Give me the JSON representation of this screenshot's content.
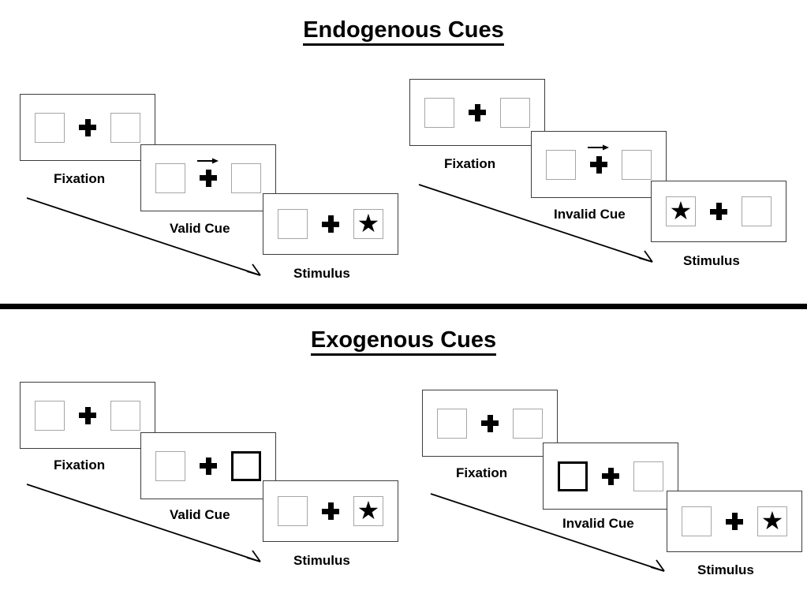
{
  "figure": {
    "sections": [
      {
        "id": "endogenous",
        "title": "Endogenous Cues",
        "sequences": [
          {
            "id": "endogenous-valid",
            "stages": [
              {
                "caption": "Fixation",
                "cue_type": "none",
                "cue_side": "none",
                "arrow_direction": "none",
                "target_side": "none",
                "target_glyph": ""
              },
              {
                "caption": "Valid Cue",
                "cue_type": "arrow",
                "cue_side": "right",
                "arrow_direction": "right",
                "target_side": "none",
                "target_glyph": ""
              },
              {
                "caption": "Stimulus",
                "cue_type": "none",
                "cue_side": "none",
                "arrow_direction": "none",
                "target_side": "right",
                "target_glyph": "★"
              }
            ]
          },
          {
            "id": "endogenous-invalid",
            "stages": [
              {
                "caption": "Fixation",
                "cue_type": "none",
                "cue_side": "none",
                "arrow_direction": "none",
                "target_side": "none",
                "target_glyph": ""
              },
              {
                "caption": "Invalid Cue",
                "cue_type": "arrow",
                "cue_side": "right",
                "arrow_direction": "right",
                "target_side": "none",
                "target_glyph": ""
              },
              {
                "caption": "Stimulus",
                "cue_type": "none",
                "cue_side": "none",
                "arrow_direction": "none",
                "target_side": "left",
                "target_glyph": "★"
              }
            ]
          }
        ]
      },
      {
        "id": "exogenous",
        "title": "Exogenous Cues",
        "sequences": [
          {
            "id": "exogenous-valid",
            "stages": [
              {
                "caption": "Fixation",
                "cue_type": "none",
                "cue_side": "none",
                "arrow_direction": "none",
                "target_side": "none",
                "target_glyph": ""
              },
              {
                "caption": "Valid Cue",
                "cue_type": "box-highlight",
                "cue_side": "right",
                "arrow_direction": "none",
                "target_side": "none",
                "target_glyph": ""
              },
              {
                "caption": "Stimulus",
                "cue_type": "none",
                "cue_side": "none",
                "arrow_direction": "none",
                "target_side": "right",
                "target_glyph": "★"
              }
            ]
          },
          {
            "id": "exogenous-invalid",
            "stages": [
              {
                "caption": "Fixation",
                "cue_type": "none",
                "cue_side": "none",
                "arrow_direction": "none",
                "target_side": "none",
                "target_glyph": ""
              },
              {
                "caption": "Invalid Cue",
                "cue_type": "box-highlight",
                "cue_side": "left",
                "arrow_direction": "none",
                "target_side": "none",
                "target_glyph": ""
              },
              {
                "caption": "Stimulus",
                "cue_type": "none",
                "cue_side": "none",
                "arrow_direction": "none",
                "target_side": "right",
                "target_glyph": "★"
              }
            ]
          }
        ]
      }
    ],
    "time_arrows_label": "",
    "colors": {
      "frame": "#3c3c3c",
      "box_border": "#a6a6a6",
      "cued_box_border": "#000000",
      "text": "#000000",
      "divider": "#000000",
      "background": "#ffffff"
    }
  }
}
